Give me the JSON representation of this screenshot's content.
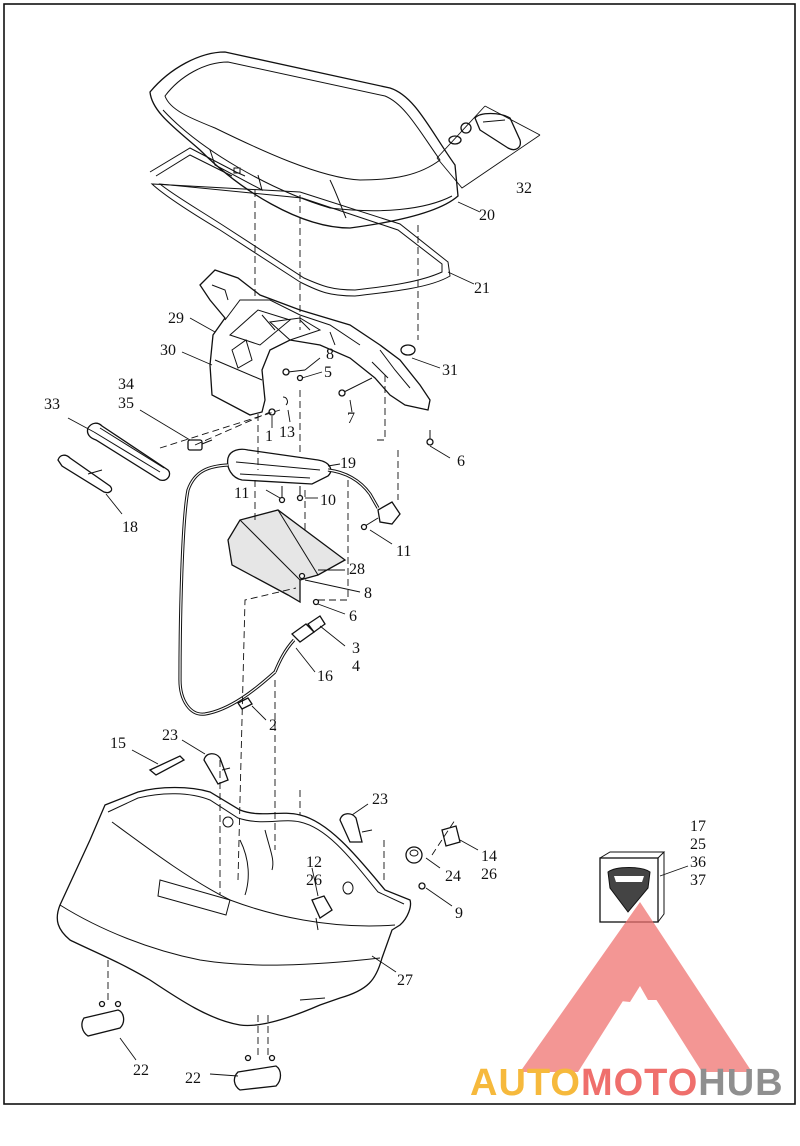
{
  "diagram": {
    "labels": {
      "l1": "1",
      "l2": "2",
      "l3": "3",
      "l4": "4",
      "l5": "5",
      "l6a": "6",
      "l6b": "6",
      "l8a": "8",
      "l8b": "8",
      "l7": "7",
      "l9": "9",
      "l10": "10",
      "l11a": "11",
      "l11b": "11",
      "l12": "12",
      "l13": "13",
      "l14": "14",
      "l15": "15",
      "l16": "16",
      "l17": "17",
      "l18": "18",
      "l19": "19",
      "l20": "20",
      "l21": "21",
      "l22a": "22",
      "l22b": "22",
      "l23a": "23",
      "l23b": "23",
      "l24": "24",
      "l25": "25",
      "l26a": "26",
      "l26b": "26",
      "l27": "27",
      "l28": "28",
      "l29": "29",
      "l30": "30",
      "l31": "31",
      "l32": "32",
      "l33": "33",
      "l34": "34",
      "l35": "35",
      "l36": "36",
      "l37": "37"
    }
  },
  "watermark": {
    "part1": "AUTO",
    "part2": "MOTO",
    "part3": "HUB",
    "colors": {
      "auto": "#f6b93c",
      "moto": "#ef6f6c",
      "hub": "#8f8f8f"
    }
  }
}
